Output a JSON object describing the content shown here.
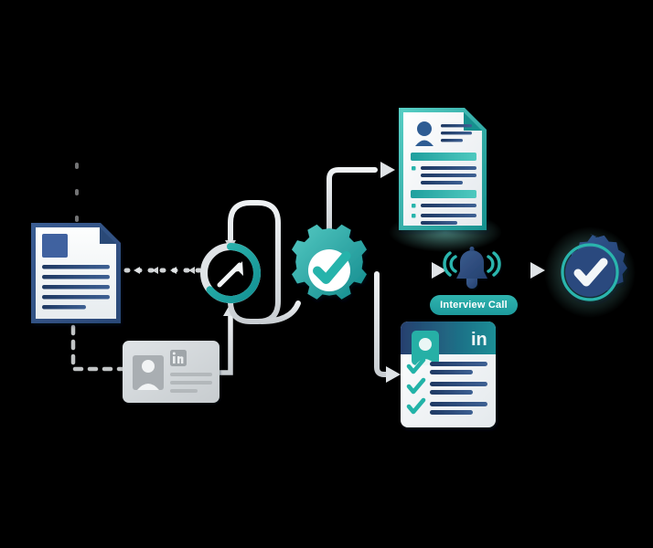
{
  "illustration": {
    "title": "Recruitment workflow illustration",
    "background_color": "#000000",
    "palette": {
      "navy": "#2f4f82",
      "navy_dark": "#1f3a66",
      "navy_deep": "#24406e",
      "teal": "#21a8a4",
      "teal_dark": "#178a8c",
      "teal_light": "#5fcfc7",
      "gray": "#cfd3d6",
      "gray_light": "#e3e6e8",
      "white": "#ffffff",
      "paper": "#f4f6f8"
    }
  },
  "nodes": {
    "source_document": {
      "name": "Resume document",
      "icon": "document-icon",
      "line_count": 5,
      "has_photo_block": true,
      "color": "#2f4f82"
    },
    "linkedin_card": {
      "name": "LinkedIn profile card",
      "icon": "linkedin-card-icon",
      "logo_text": "in",
      "line_count": 3,
      "color": "#cfd3d6"
    },
    "sync_ring": {
      "name": "Progress sync",
      "icon": "sync-arrow-icon",
      "progress_percent": 75,
      "color": "#21a8a4"
    },
    "gear_check": {
      "name": "Automated processing",
      "icon": "gear-check-icon",
      "teeth": 8,
      "color": "#21a8a4"
    },
    "parsed_resume": {
      "name": "Parsed resume",
      "icon": "resume-document-icon",
      "avatar": true,
      "header_bars": 2,
      "text_lines": 7,
      "bullets": 3,
      "color": "#21a8a4"
    },
    "screening_card": {
      "name": "Screening checklist",
      "icon": "checklist-card-icon",
      "logo_text": "in",
      "check_rows": 3,
      "avatar": true,
      "color": "#1f4e79"
    },
    "notification_bell": {
      "name": "Notification",
      "icon": "bell-icon",
      "wave_count": 4,
      "color": "#2f4f82"
    },
    "verified_badge": {
      "name": "Verified / hired",
      "icon": "verified-badge-icon",
      "scallops": 16,
      "color": "#2b4a7e"
    }
  },
  "labels": {
    "interview_call": "Interview Call",
    "linkedin_logo": "in",
    "screening_logo": "in"
  },
  "connectors": [
    {
      "name": "document-to-sync",
      "style": "dashed",
      "from": "source_document",
      "to": "sync_ring",
      "color": "#e3e6e8"
    },
    {
      "name": "document-to-linkedin",
      "style": "dashed",
      "from": "source_document",
      "to": "linkedin_card",
      "color": "#e3e6e8"
    },
    {
      "name": "linkedin-to-sync",
      "style": "solid-arrow",
      "from": "linkedin_card",
      "to": "sync_ring",
      "color": "#d7dbde"
    },
    {
      "name": "sync-to-gear",
      "style": "solid-curve",
      "from": "sync_ring",
      "to": "gear_check",
      "color": "#d7dbde"
    },
    {
      "name": "gear-to-parsed-resume",
      "style": "solid-arrow",
      "from": "gear_check",
      "to": "parsed_resume",
      "color": "#d7dbde"
    },
    {
      "name": "gear-to-bell",
      "style": "solid-arrow",
      "from": "gear_check",
      "to": "notification_bell",
      "color": "#d7dbde"
    },
    {
      "name": "gear-to-screening-card",
      "style": "solid-arrow",
      "from": "gear_check",
      "to": "screening_card",
      "color": "#d7dbde"
    },
    {
      "name": "bell-to-verified-badge",
      "style": "solid-arrow",
      "from": "notification_bell",
      "to": "verified_badge",
      "color": "#d7dbde"
    }
  ]
}
